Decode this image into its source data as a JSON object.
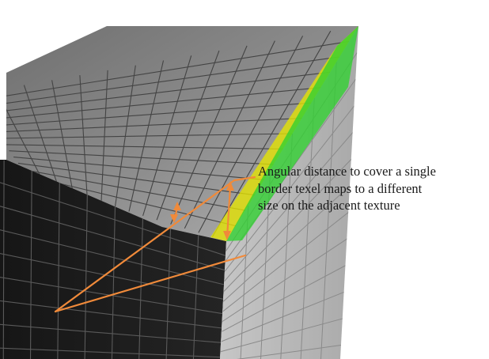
{
  "annotation": {
    "lines": [
      "Angular distance to cover a single",
      "border texel maps to a different",
      "size on the adjacent texture"
    ]
  },
  "colors": {
    "background": "#ffffff",
    "top_face": "#8e8e8e",
    "front_face": "#1c1c1c",
    "side_face": "#b9b9b9",
    "grid_top": "#444444",
    "grid_front": "#5a5a5a",
    "grid_side": "#8a8a8a",
    "band_yellow": "#e6e400",
    "band_green": "#2fd12f",
    "arrow": "#f08a3a",
    "text": "#1a1a1a"
  }
}
